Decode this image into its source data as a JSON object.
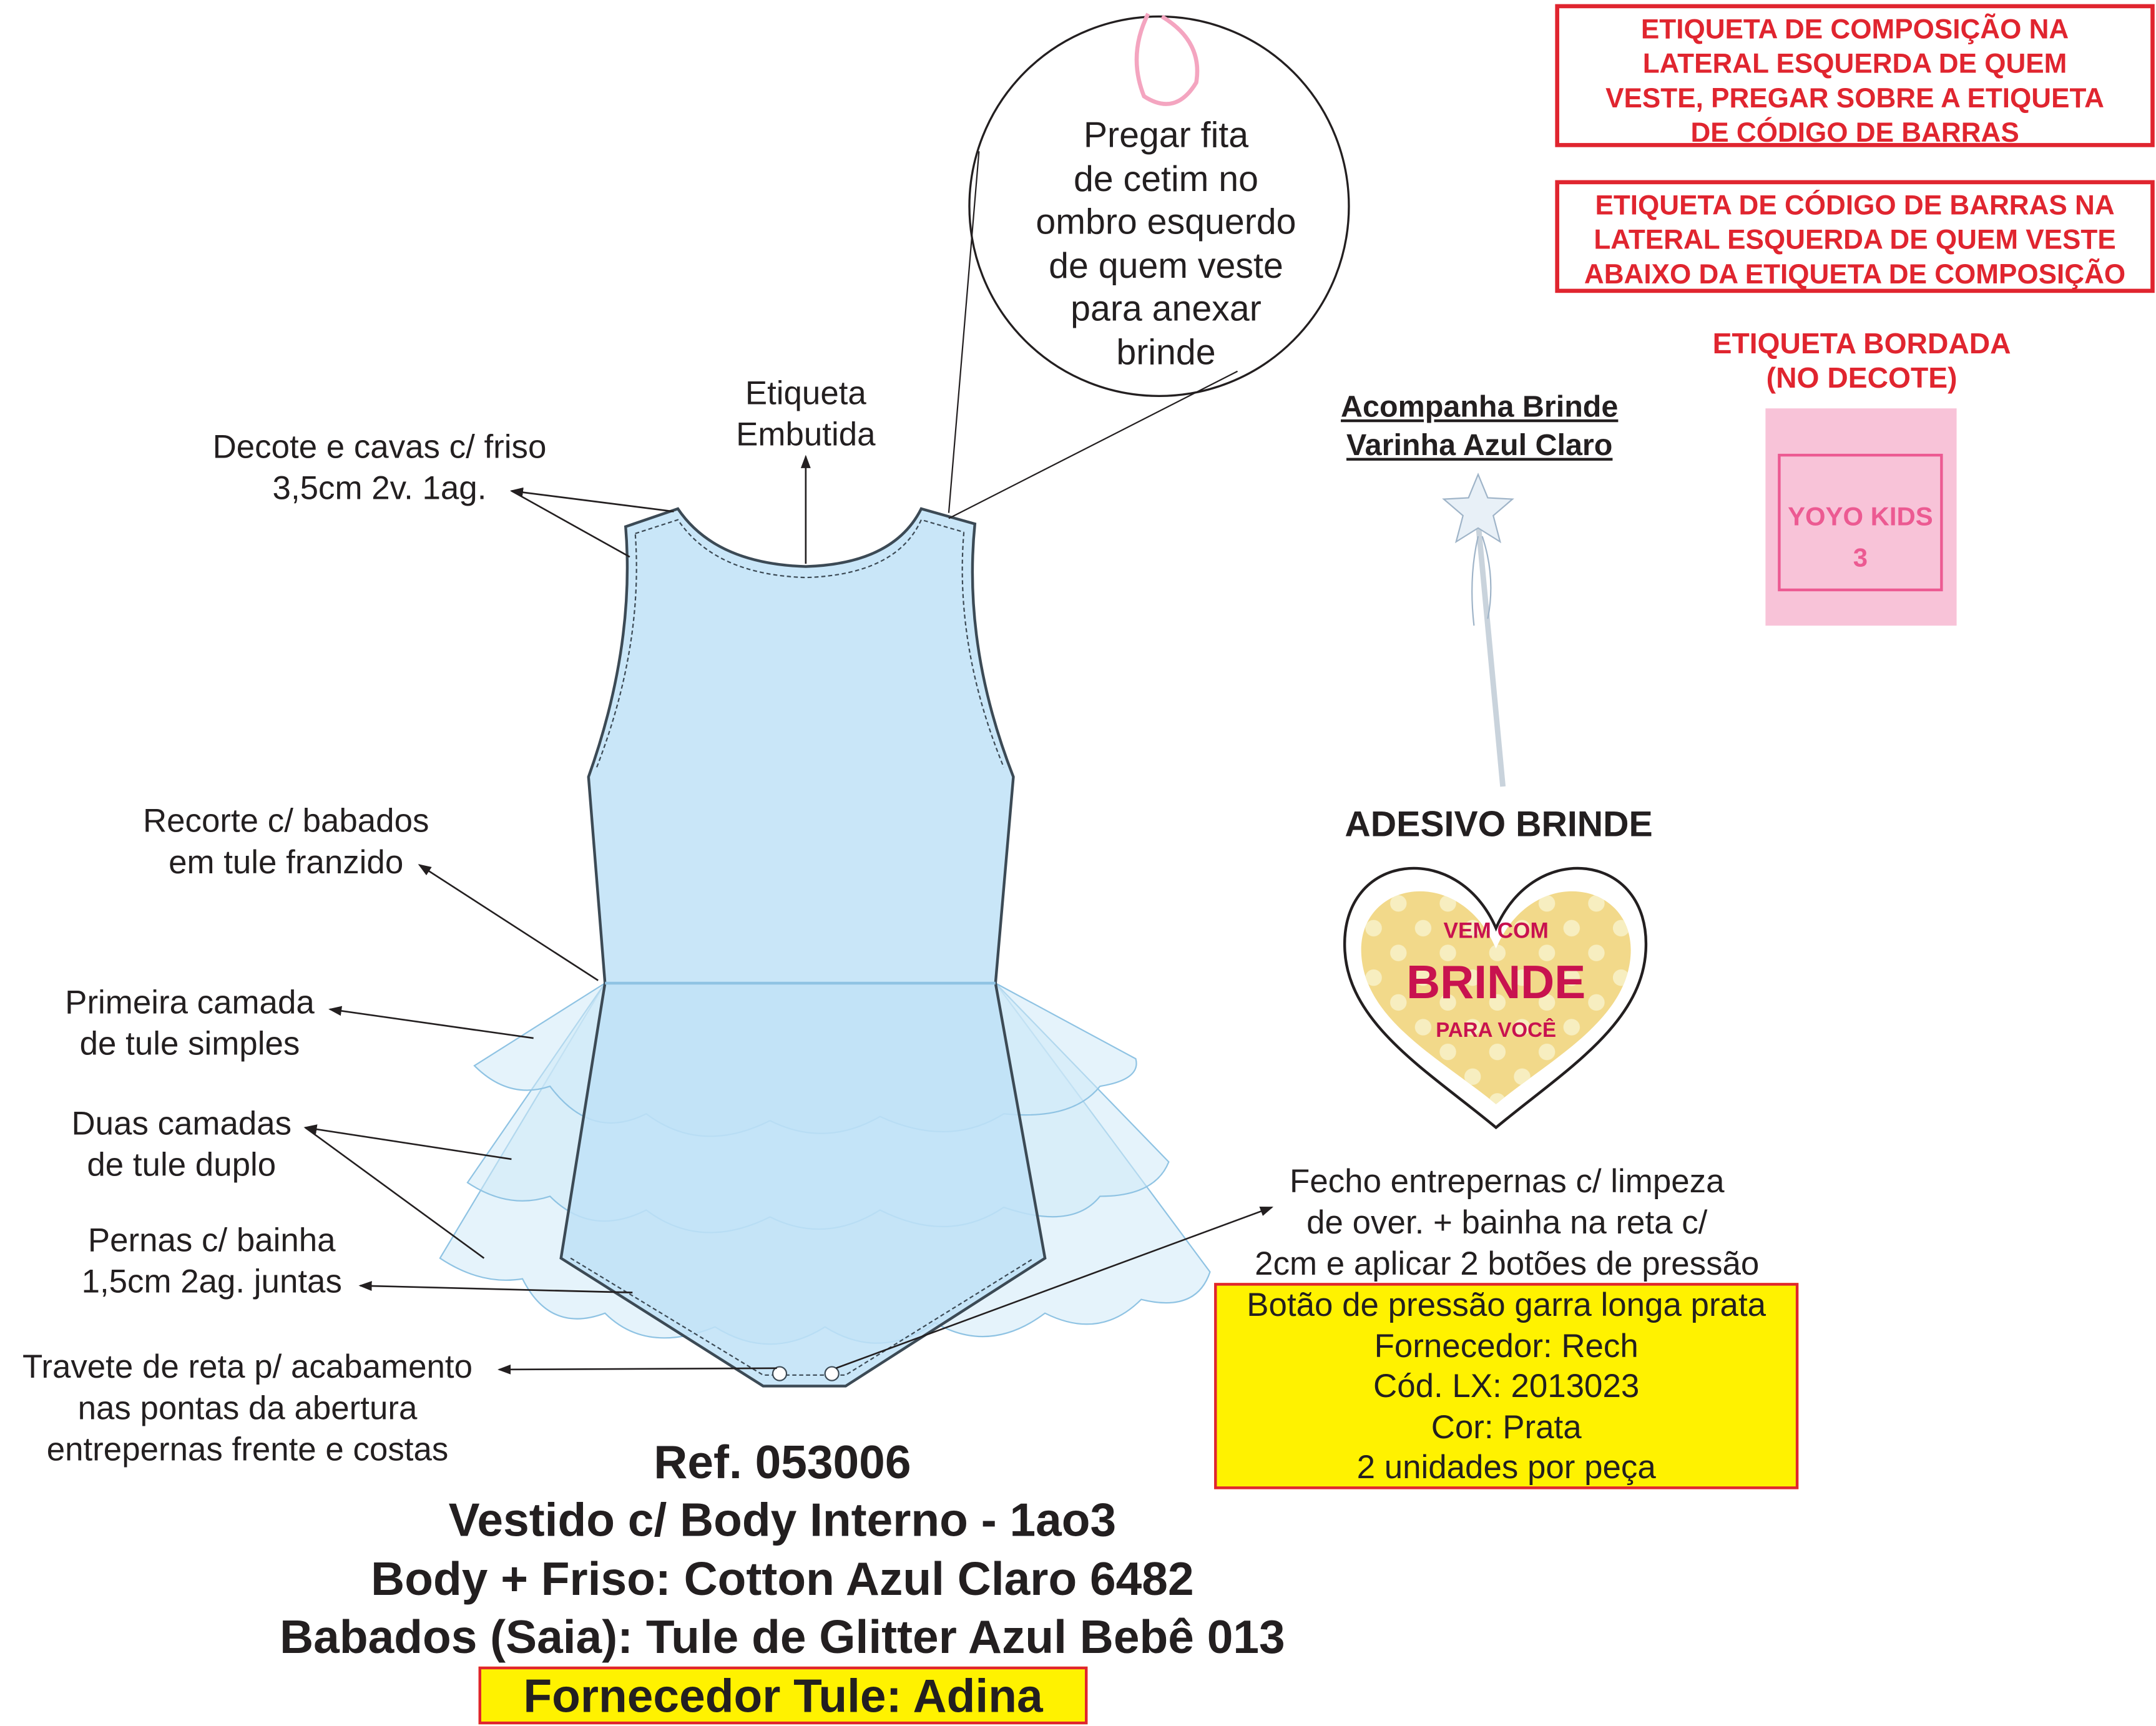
{
  "callouts": {
    "decote": [
      "Decote e cavas c/ friso",
      "3,5cm 2v. 1ag."
    ],
    "etiqueta_embutida": [
      "Etiqueta",
      "Embutida"
    ],
    "fita": [
      "Pregar fita",
      "de cetim no",
      "ombro esquerdo",
      "de quem veste",
      "para anexar",
      "brinde"
    ],
    "recorte": [
      "Recorte c/ babados",
      "em tule franzido"
    ],
    "primeira": [
      "Primeira camada",
      "de tule simples"
    ],
    "duas": [
      "Duas camadas",
      "de tule duplo"
    ],
    "pernas": [
      "Pernas c/ bainha",
      "1,5cm 2ag. juntas"
    ],
    "travete": [
      "Travete de reta p/ acabamento",
      "nas pontas da abertura",
      "entrepernas frente e costas"
    ],
    "fecho": [
      "Fecho entrepernas c/ limpeza",
      "de over. + bainha na reta c/",
      "2cm e aplicar 2 botões de pressão"
    ]
  },
  "notes": {
    "composicao": [
      "ETIQUETA DE COMPOSIÇÃO NA",
      "LATERAL ESQUERDA DE QUEM",
      "VESTE, PREGAR SOBRE A ETIQUETA",
      "DE CÓDIGO DE BARRAS"
    ],
    "codigo_barras": [
      "ETIQUETA DE CÓDIGO DE BARRAS NA",
      "LATERAL ESQUERDA DE QUEM VESTE",
      "ABAIXO DA ETIQUETA DE COMPOSIÇÃO"
    ],
    "bordada": [
      "ETIQUETA BORDADA",
      "(NO DECOTE)"
    ],
    "label_text": [
      "YOYO KIDS",
      "3"
    ]
  },
  "brinde": {
    "acompanha": [
      "Acompanha Brinde",
      "Varinha Azul Claro"
    ],
    "adesivo_title": "ADESIVO BRINDE",
    "sticker": [
      "VEM COM",
      "BRINDE",
      "PARA VOCÊ"
    ]
  },
  "botao": [
    "Botão de pressão garra longa prata",
    "Fornecedor: Rech",
    "Cód. LX: 2013023",
    "Cor: Prata",
    "2 unidades por peça"
  ],
  "product": {
    "lines": [
      "Ref. 053006",
      "Vestido c/ Body Interno - 1ao3",
      "Body + Friso: Cotton Azul Claro 6482",
      "Babados (Saia): Tule de Glitter Azul Bebê 013"
    ],
    "fornecedor": "Fornecedor Tule: Adina"
  },
  "colors": {
    "body": "#c0e2f7",
    "red": "#e0252f",
    "yellow": "#fff200",
    "sticker": "#f2d98a",
    "sticker_text": "#c8124f"
  }
}
